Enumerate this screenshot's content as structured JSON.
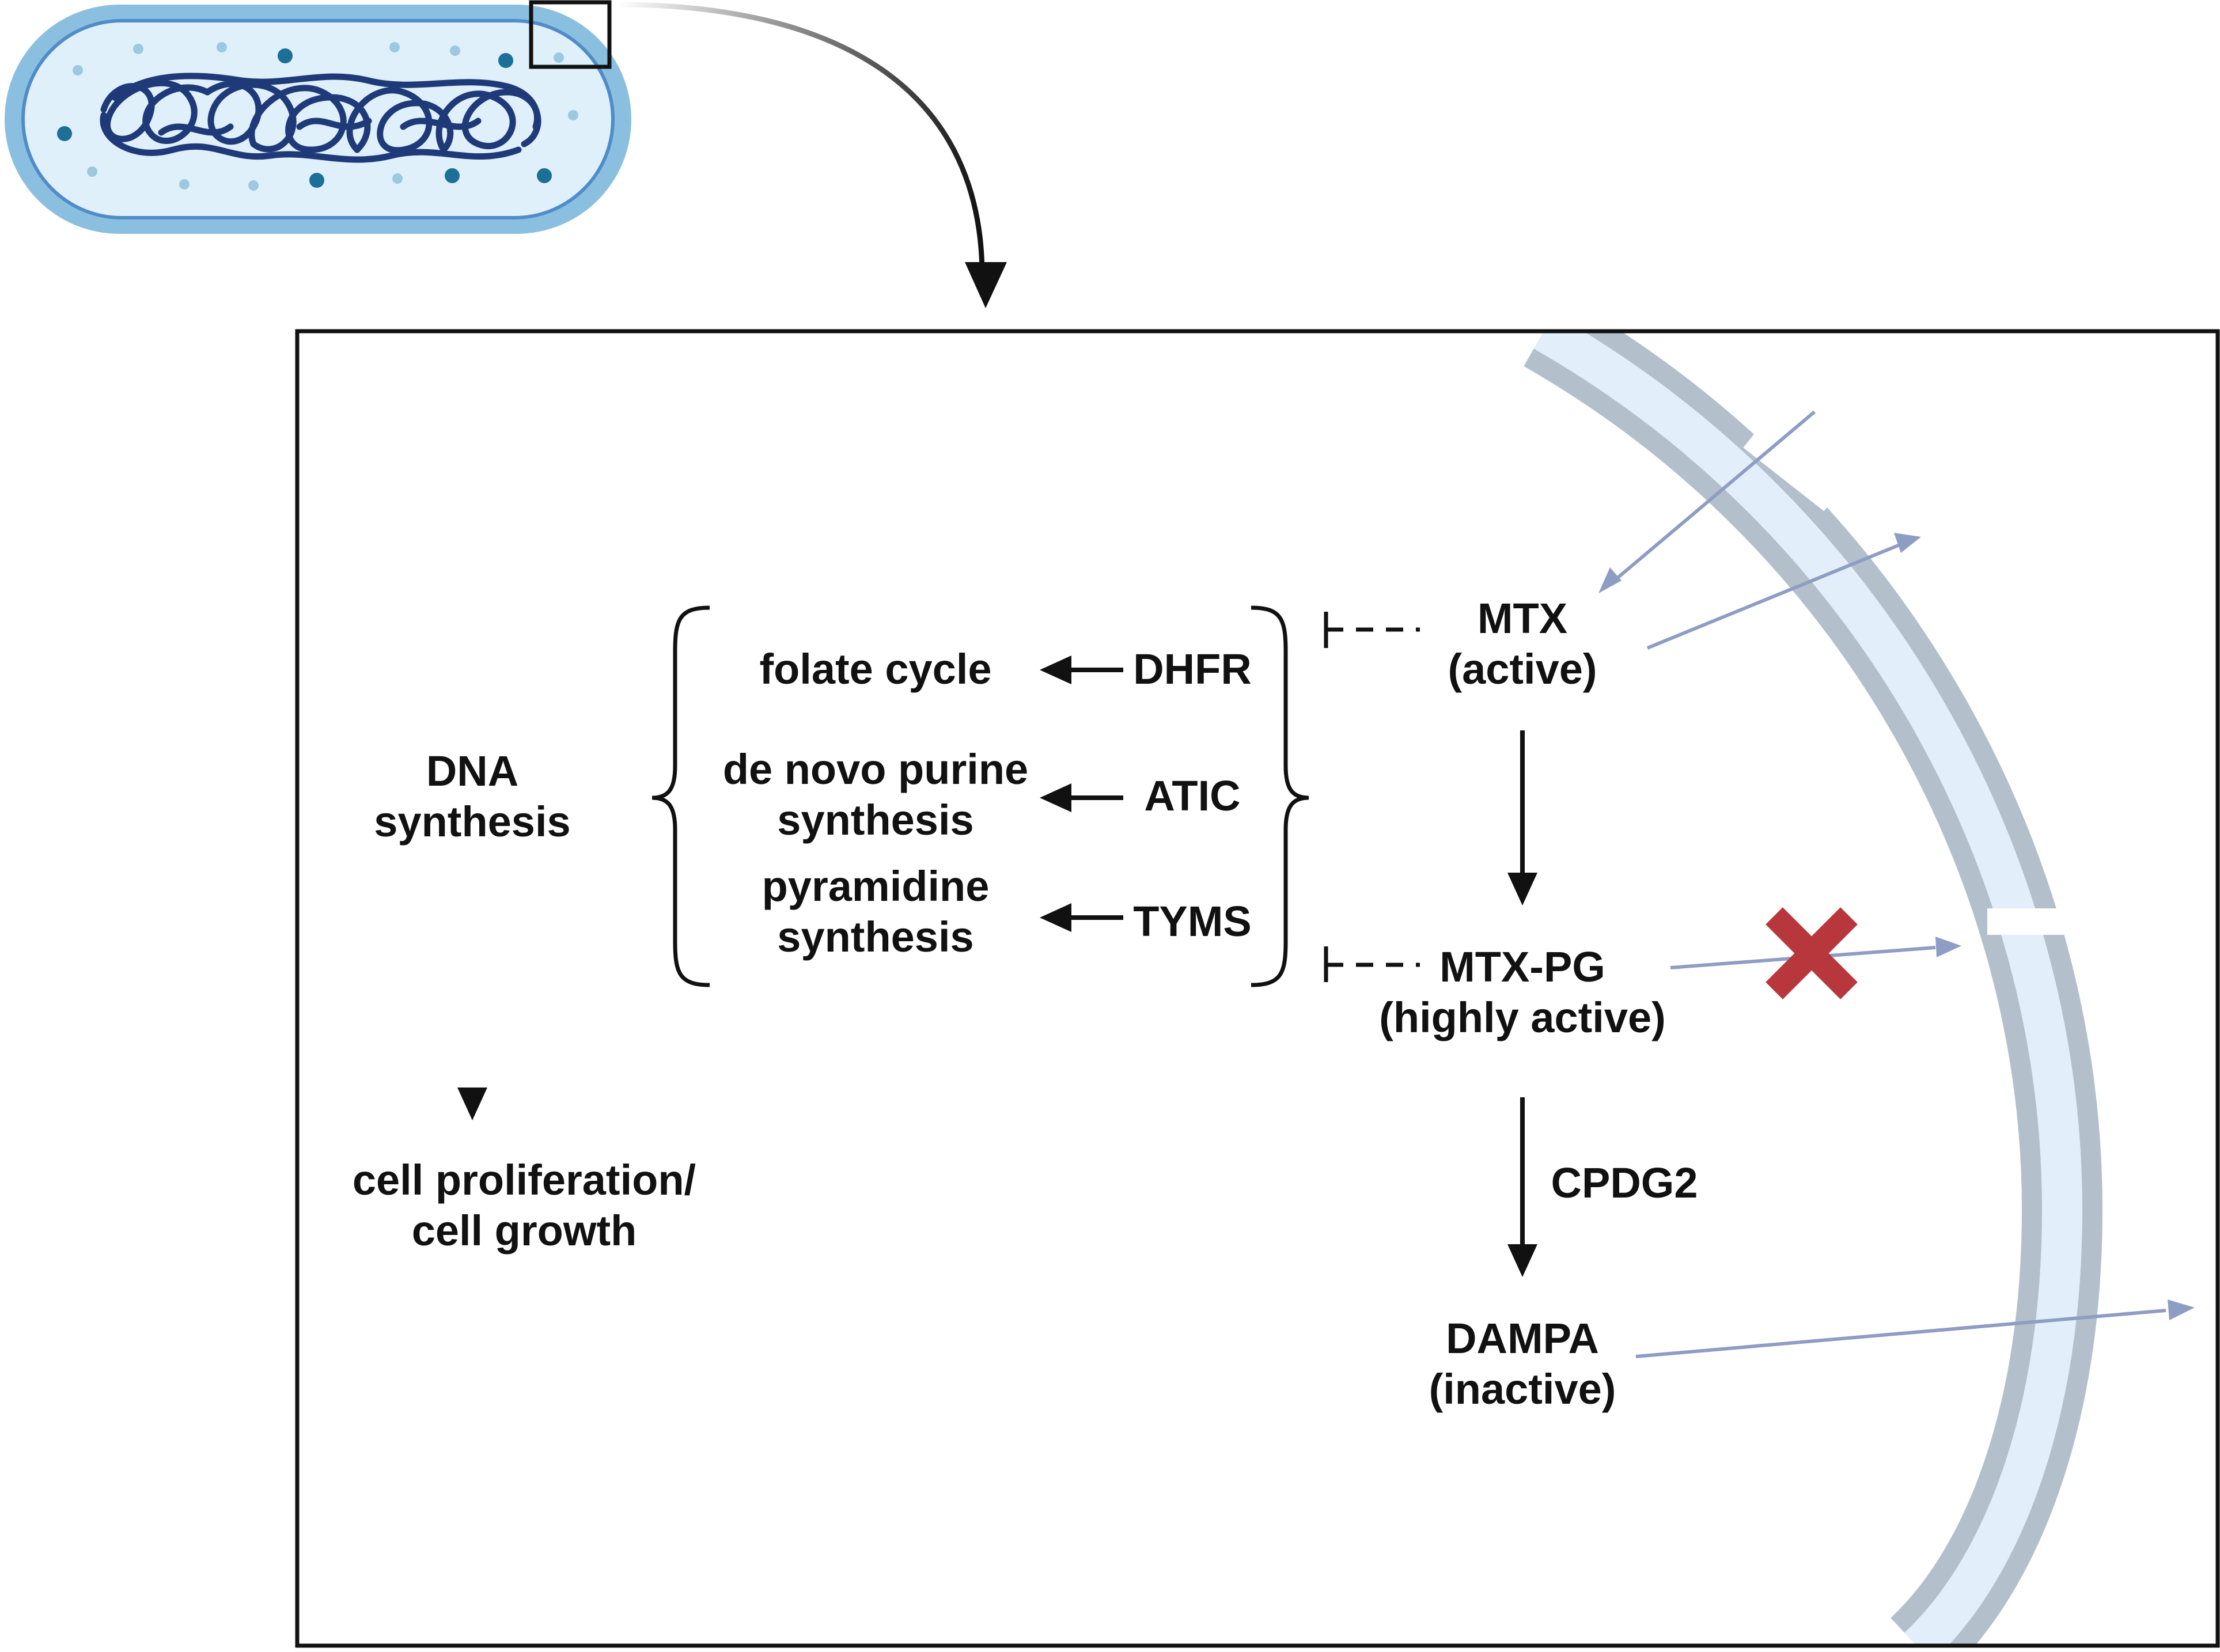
{
  "diagram": {
    "nodes": {
      "mtx": {
        "line1": "MTX",
        "line2": "(active)"
      },
      "mtxpg": {
        "line1": "MTX-PG",
        "line2": "(highly active)"
      },
      "dampa": {
        "line1": "DAMPA",
        "line2": "(inactive)"
      },
      "dna": {
        "line1": "DNA",
        "line2": "synthesis"
      },
      "prolif": {
        "line1": "cell proliferation/",
        "line2": "cell growth"
      },
      "folate": {
        "line1": "folate cycle"
      },
      "purine": {
        "line1": "de novo purine",
        "line2": "synthesis"
      },
      "pyrimidine": {
        "line1": "pyramidine",
        "line2": "synthesis"
      }
    },
    "enzymes": {
      "dhfr": "DHFR",
      "atic": "ATIC",
      "tyms": "TYMS",
      "cpdg2": "CPDG2"
    }
  },
  "colors": {
    "bacterium_outer": "#8bbfe0",
    "bacterium_inner": "#dff0fb",
    "dna_coil": "#1f3a78",
    "dot_dark": "#1c6f96",
    "dot_light": "#9cc9df",
    "membrane_gray": "#b3c0cb",
    "membrane_fill": "#e2effa",
    "transport_arrow": "#8e9dc4",
    "block_x": "#b8373c",
    "ink": "#111111"
  }
}
